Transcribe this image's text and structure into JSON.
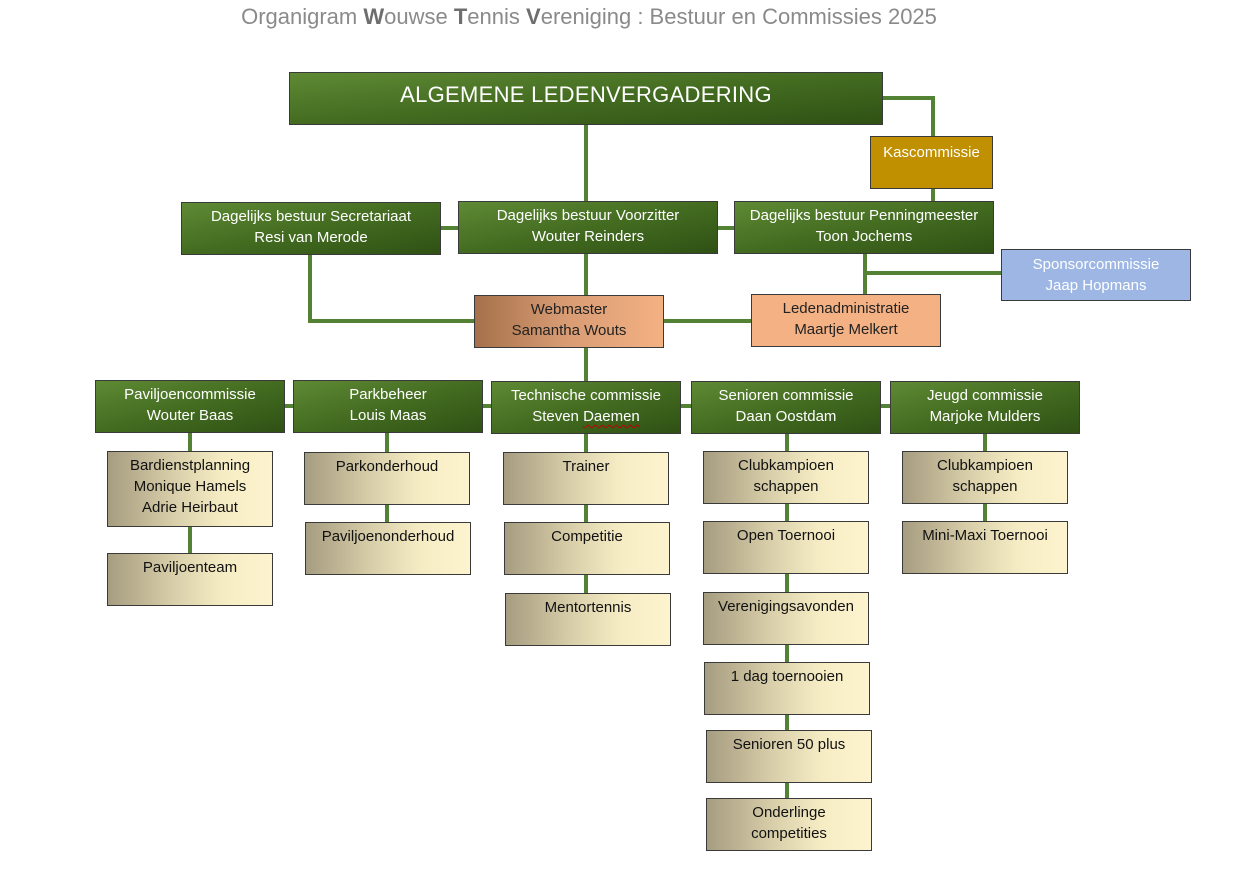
{
  "title": {
    "part1": "Organigram ",
    "w": "W",
    "rest_w": "ouwse ",
    "t": "T",
    "rest_t": "ennis ",
    "v": "V",
    "rest_v": "ereniging : Bestuur en Commissies 2025"
  },
  "colors": {
    "connector": "#548235",
    "green_box": "#41691f",
    "kascommissie": "#c09000",
    "sponsor": "#9db6e4",
    "salmon": "#f4b183",
    "beige": "#fdf4cf"
  },
  "nodes": {
    "alv": "ALGEMENE LEDENVERGADERING",
    "kascommissie": "Kascommissie",
    "secretariaat": {
      "line1": "Dagelijks bestuur Secretariaat",
      "line2": "Resi van Merode"
    },
    "voorzitter": {
      "line1": "Dagelijks bestuur Voorzitter",
      "line2": "Wouter Reinders"
    },
    "penningmeester": {
      "line1": "Dagelijks bestuur Penningmeester",
      "line2": "Toon Jochems"
    },
    "sponsor": {
      "line1": "Sponsorcommissie",
      "line2": "Jaap Hopmans"
    },
    "webmaster": {
      "line1": "Webmaster",
      "line2": "Samantha Wouts"
    },
    "ledenadmin": {
      "line1": "Ledenadministratie",
      "line2": "Maartje Melkert"
    },
    "paviljoen": {
      "line1": "Paviljoencommissie",
      "line2": "Wouter Baas"
    },
    "parkbeheer": {
      "line1": "Parkbeheer",
      "line2": "Louis Maas"
    },
    "technisch": {
      "line1": "Technische commissie",
      "line2_a": "Steven ",
      "line2_b": "Daemen"
    },
    "senioren": {
      "line1": "Senioren commissie",
      "line2": "Daan Oostdam"
    },
    "jeugd": {
      "line1": "Jeugd commissie",
      "line2": "Marjoke Mulders"
    },
    "bardienst": {
      "line1": "Bardienstplanning",
      "line2": "Monique Hamels",
      "line3": "Adrie Heirbaut"
    },
    "paviljoenteam": "Paviljoenteam",
    "parkonderhoud": "Parkonderhoud",
    "paviljoenonderhoud": "Paviljoenonderhoud",
    "trainer": "Trainer",
    "competitie": "Competitie",
    "mentortennis": "Mentortennis",
    "sen_clubkamp": {
      "line1": "Clubkampioen",
      "line2": "schappen"
    },
    "open_toernooi": "Open Toernooi",
    "verenigingsavonden": "Verenigingsavonden",
    "dag_toernooien": "1 dag toernooien",
    "senioren50": "Senioren 50 plus",
    "onderlinge": {
      "line1": "Onderlinge",
      "line2": "competities"
    },
    "jeugd_clubkamp": {
      "line1": "Clubkampioen",
      "line2": "schappen"
    },
    "minimaxi": "Mini-Maxi Toernooi"
  }
}
